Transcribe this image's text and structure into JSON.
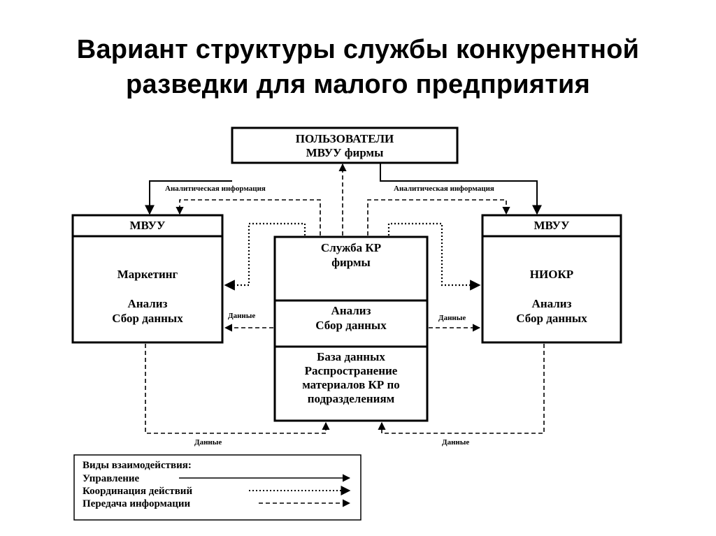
{
  "title": {
    "line1": "Вариант структуры службы конкурентной",
    "line2": "разведки для малого предприятия"
  },
  "users_box": {
    "line1": "ПОЛЬЗОВАТЕЛИ",
    "line2": "МВУУ фирмы"
  },
  "left_box": {
    "header": "МВУУ",
    "line1": "Маркетинг",
    "line2": "Анализ",
    "line3": "Сбор данных"
  },
  "right_box": {
    "header": "МВУУ",
    "line1": "НИОКР",
    "line2": "Анализ",
    "line3": "Сбор данных"
  },
  "center_box": {
    "section1": {
      "line1": "Служба КР",
      "line2": "фирмы"
    },
    "section2": {
      "line1": "Анализ",
      "line2": "Сбор данных"
    },
    "section3": {
      "line1": "База данных",
      "line2": "Распространение",
      "line3": "материалов КР по",
      "line4": "подразделениям"
    }
  },
  "edge_labels": {
    "analytic_left": "Аналитическая информация",
    "analytic_right": "Аналитическая информация",
    "data_left": "Данные",
    "data_right": "Данные",
    "data_bottom_left": "Данные",
    "data_bottom_right": "Данные"
  },
  "legend": {
    "heading": "Виды взаимодействия:",
    "items": [
      {
        "label": "Управление",
        "style": "solid"
      },
      {
        "label": "Координация действий",
        "style": "dotted"
      },
      {
        "label": "Передача информации",
        "style": "dashed"
      }
    ]
  }
}
